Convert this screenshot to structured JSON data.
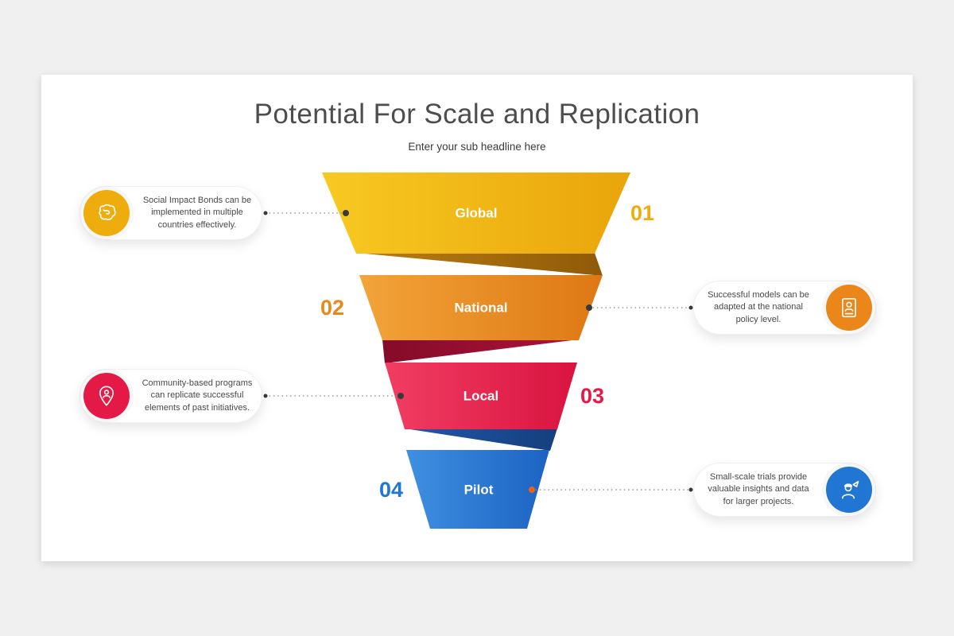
{
  "slide": {
    "title": "Potential For Scale and Replication",
    "subtitle": "Enter your sub headline here"
  },
  "funnel": {
    "type": "funnel",
    "levels": [
      {
        "number": "01",
        "label": "Global",
        "description": "Social Impact Bonds can be implemented in multiple countries effectively.",
        "icon": "world-map-icon",
        "color": "#EFAC0D",
        "callout_side": "left"
      },
      {
        "number": "02",
        "label": "National",
        "description": "Successful models can be adapted at the national policy level.",
        "icon": "passport-icon",
        "color": "#EA861A",
        "callout_side": "right"
      },
      {
        "number": "03",
        "label": "Local",
        "description": "Community-based programs can replicate successful elements of past initiatives.",
        "icon": "community-pin-icon",
        "color": "#E51945",
        "callout_side": "left"
      },
      {
        "number": "04",
        "label": "Pilot",
        "description": "Small-scale trials provide valuable insights and data for larger projects.",
        "icon": "pilot-icon",
        "color": "#2176D3",
        "callout_side": "right"
      }
    ]
  },
  "colors": {
    "canvas_background": "#F0F0F0",
    "slide_background": "#FFFFFF",
    "title_text": "#4D4D4D",
    "gold_band": "#F0B415",
    "orange_band": "#EA8C25",
    "red_band": "#E42450",
    "blue_band": "#2E7BD4",
    "dot_default": "#3A3A3A",
    "dot_pilot": "#E8641E"
  }
}
